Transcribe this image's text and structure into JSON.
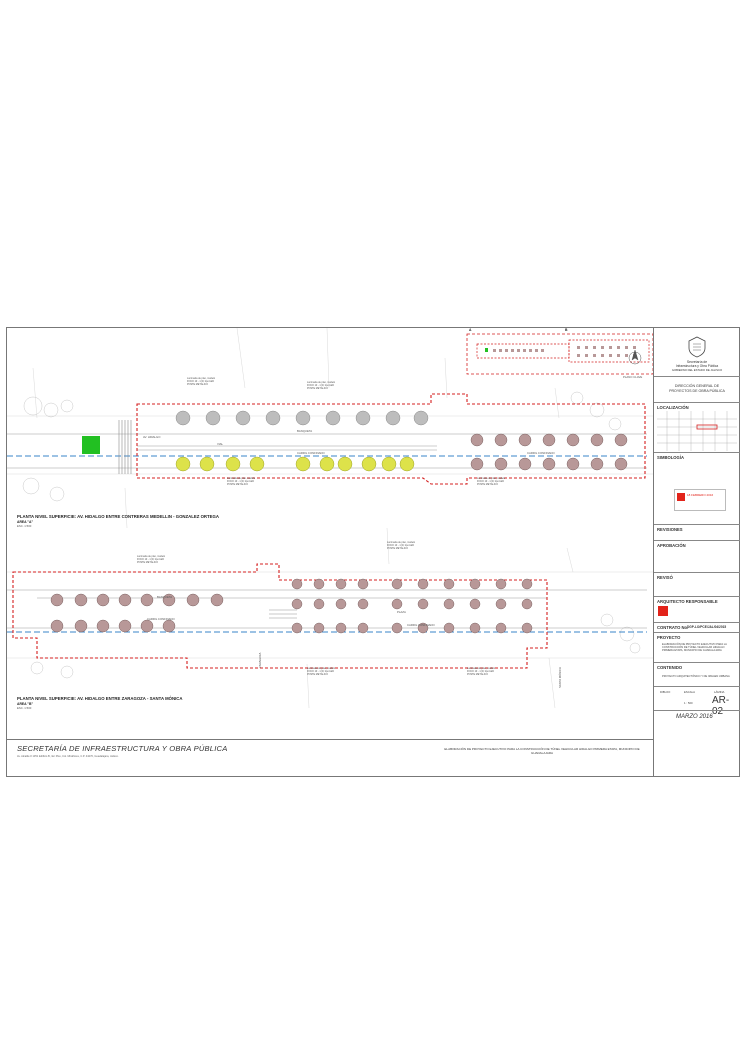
{
  "plan": {
    "title_a": "PLANTA NIVEL SUPERFICIE: AV. HIDALGO ENTRE CONTRERAS MEDELLIN - GONZALEZ ORTEGA",
    "area_a": "AREA \"A\"",
    "scale_a": "ESC. 1:500",
    "title_b": "PLANTA NIVEL SUPERFICIE: AV. HIDALGO ENTRE ZARAGOZA - SANTA MÓNICA",
    "area_b": "AREA \"B\"",
    "scale_b": "ESC. 1:500",
    "key_a": "A",
    "key_b": "B",
    "plano_clave": "PLANO CLAVE",
    "street_av_hidalgo": "AV. HIDALGO",
    "street_santa_monica": "SANTA MÓNICA",
    "street_zaragoza": "ZARAGOZA",
    "label_banqueta": "BANQUETA",
    "label_carril": "CARRIL CONFINADO",
    "label_plaza": "PLAZA",
    "label_vial": "VIAL",
    "note_generic": "Luminaria de piso, modelo\nFOCO 10 - 1 W, tipo LED\nPOSTE METÁLICO"
  },
  "footer": {
    "secretaria": "SECRETARÍA DE INFRAESTRUCTURA Y OBRA PÚBLICA",
    "address": "Av. Alcalde # 1351 Edificio B, 3er Piso, Col. Miraflores, C.P. 44270, Guadalajara, Jalisco.",
    "proyecto_text": "ELABORACIÓN DE PROYECTO EJECUTIVO PARA LA CONSTRUCCIÓN DE TÚNEL VEHICULAR HIDALGO PRIMERA ETAPA, MUNICIPIO DE GUADALAJARA",
    "dibujo_label": "DIBUJO",
    "escala_label": "ESCALA",
    "lamina_label": "LÁMINA",
    "escala_value": "1 : 500",
    "lamina_value": "AR-02",
    "fecha": "MARZO 2016"
  },
  "title_block": {
    "gov_line1": "Secretaría de",
    "gov_line2": "Infraestructura y Obra Pública",
    "gov_line3": "GOBIERNO DEL ESTADO DE JALISCO",
    "direccion_line1": "DIRECCIÓN GENERAL DE",
    "direccion_line2": "PROYECTOS DE OBRA PÚBLICA",
    "localizacion": "LOCALIZACIÓN",
    "simbologia": "SIMBOLOGÍA",
    "stamp_text": "18 FEBRERO 2016",
    "revisiones": "REVISIONES",
    "aprobacion": "APROBACIÓN",
    "reviso": "REVISÓ",
    "arquitecto": "ARQUITECTO RESPONSABLE",
    "contrato": "CONTRATO No.",
    "contrato_value": "DGP-LO/PCE/JAL/04/2015",
    "proyecto": "PROYECTO",
    "contenido": "CONTENIDO",
    "contenido_value": "PROYECTO ARQUITECTÓNICO Y DE IMAGEN URBANA"
  },
  "colors": {
    "boundary": "#d42020",
    "tree_gray": "#bdbdbd",
    "tree_pink": "#b89898",
    "tree_yellow": "#dde24a",
    "green_block": "#22c022",
    "axis_blue": "#3a86c8",
    "logo_red": "#e2231a"
  }
}
